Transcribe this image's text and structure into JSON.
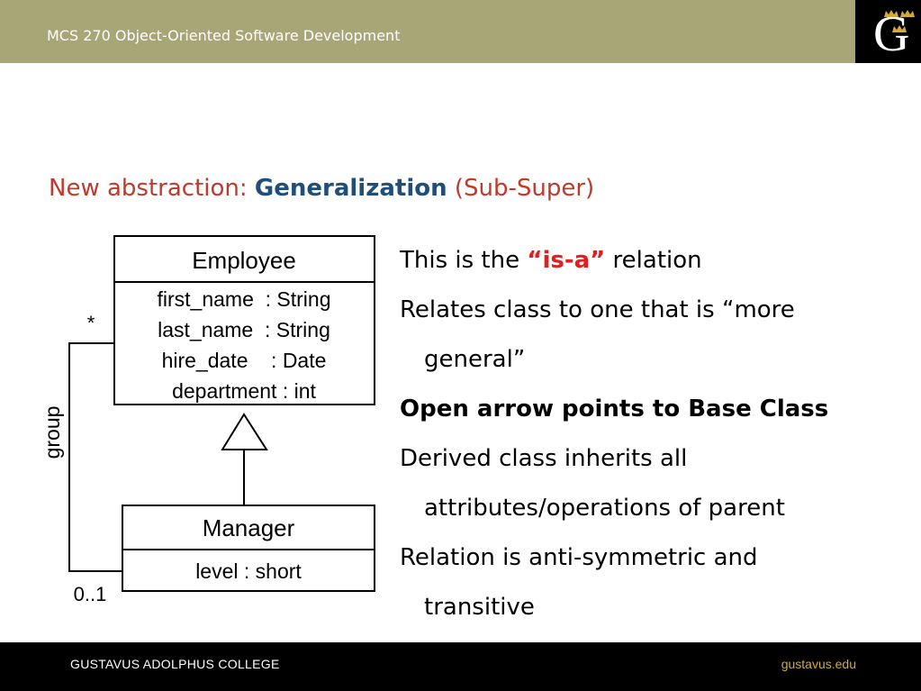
{
  "header": {
    "course_title": "MCS 270 Object-Oriented Software Development",
    "logo_letter": "G",
    "logo_icon": "crown-icon"
  },
  "slide": {
    "title_prefix": "New abstraction: ",
    "title_emphasis": "Generalization",
    "title_suffix": " (Sub-Super)"
  },
  "diagram": {
    "employee": {
      "name": "Employee",
      "attributes": [
        "first_name  : String",
        "last_name  : String",
        "hire_date    : Date",
        "department : int"
      ]
    },
    "manager": {
      "name": "Manager",
      "attributes": [
        "level : short"
      ]
    },
    "association": {
      "role": "group",
      "multiplicity_top": "*",
      "multiplicity_bottom": "0..1"
    }
  },
  "bullets": {
    "b1_pre": "This is the ",
    "b1_em": "“is-a”",
    "b1_post": " relation",
    "b2_line1": "Relates class to one that is “more",
    "b2_line2": "general”",
    "b3": "Open arrow points to Base Class",
    "b4_line1": "Derived class inherits all",
    "b4_line2": "attributes/operations of parent",
    "b5_line1": "Relation is anti-symmetric and",
    "b5_line2": "transitive"
  },
  "footer": {
    "college": "GUSTAVUS ADOLPHUS COLLEGE",
    "url": "gustavus.edu"
  },
  "colors": {
    "header_bg": "#a8a676",
    "title_red": "#c0392b",
    "title_blue": "#1f4e79",
    "emphasis_red": "#e02020",
    "footer_bg": "#000000",
    "footer_link": "#d4a93a",
    "logo_gold": "#d4a93a"
  }
}
